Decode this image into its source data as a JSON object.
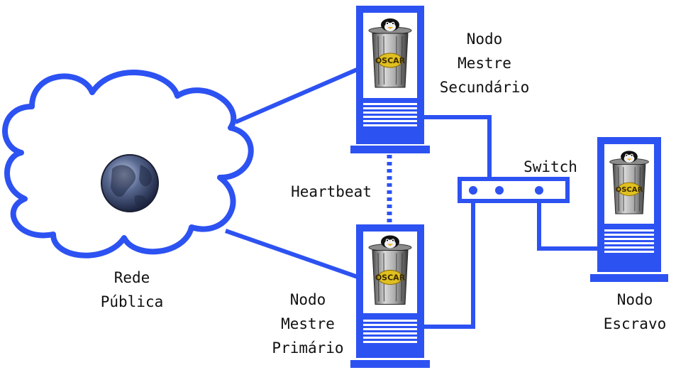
{
  "colors": {
    "line": "#2d52f2",
    "server_frame": "#2d52f2",
    "server_screen": "#ffffff",
    "globe": "#3d4d72",
    "background": "#ffffff"
  },
  "network": {
    "label_line1": "Rede",
    "label_line2": "Pública"
  },
  "nodes": {
    "secondary": {
      "line1": "Nodo",
      "line2": "Mestre",
      "line3": "Secundário",
      "icon_text": "OSCAR"
    },
    "primary": {
      "line1": "Nodo",
      "line2": "Mestre",
      "line3": "Primário",
      "icon_text": "OSCAR"
    },
    "slave": {
      "line1": "Nodo",
      "line2": "Escravo",
      "icon_text": "OSCAR"
    }
  },
  "switch": {
    "label": "Switch"
  },
  "heartbeat": {
    "label": "Heartbeat"
  }
}
